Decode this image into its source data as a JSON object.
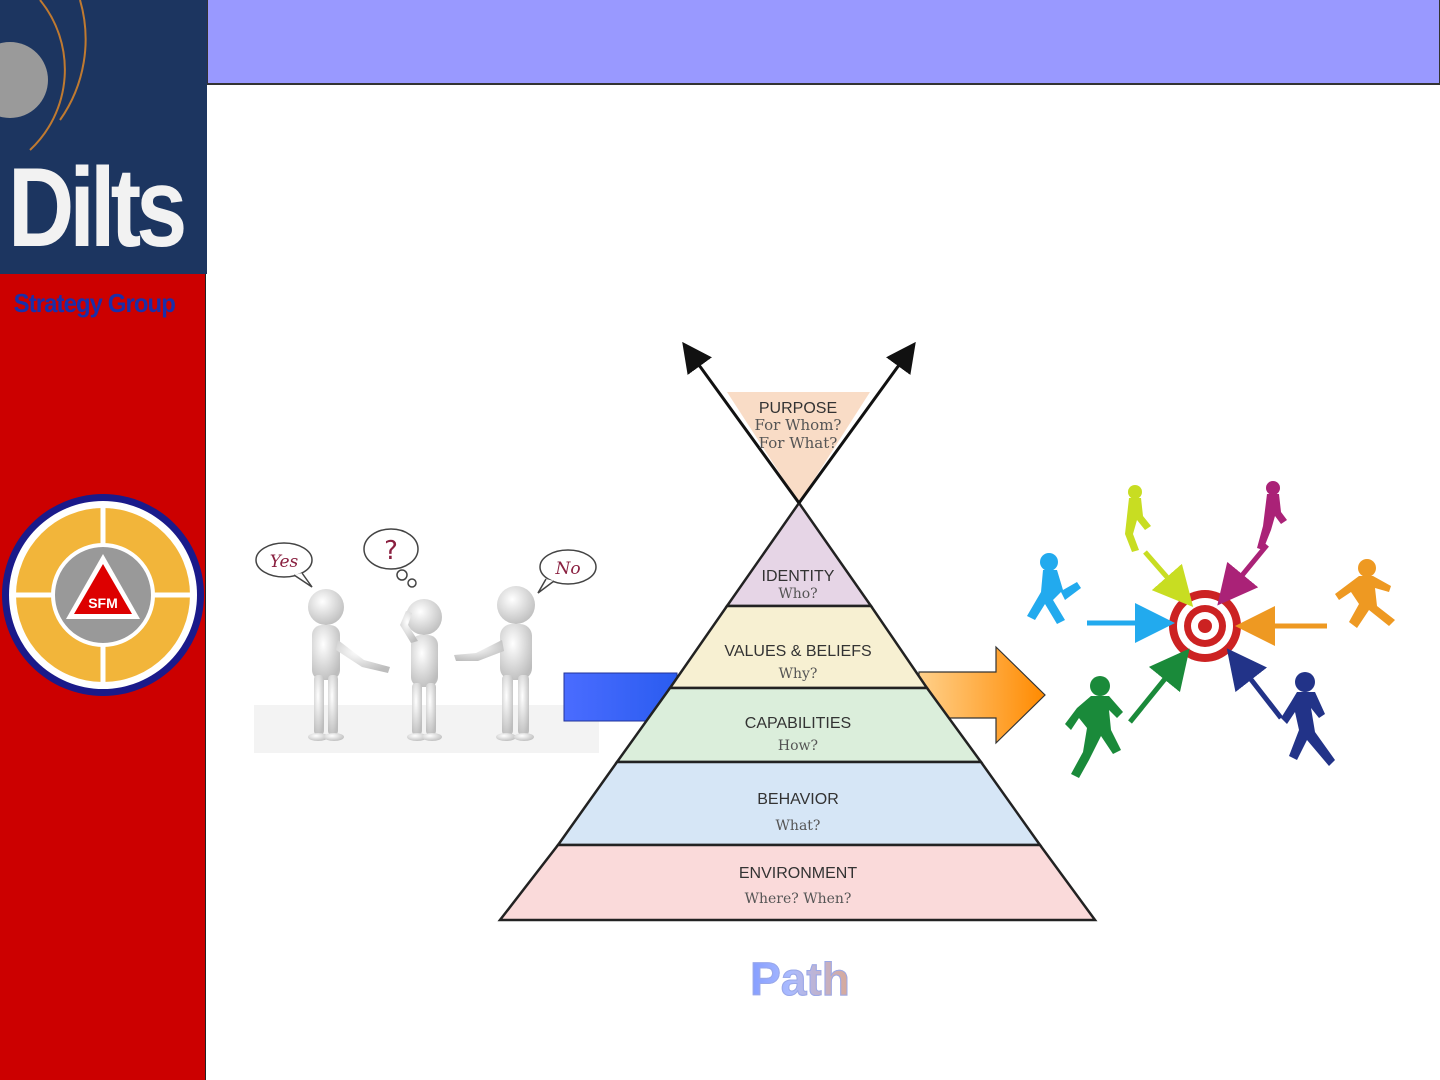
{
  "sidebar": {
    "logo_word": "Dilts",
    "tagline": "Strategy Group",
    "emblem_text": "SFM"
  },
  "illustration_left": {
    "bubbles": [
      "Yes",
      "?",
      "No"
    ]
  },
  "pyramid": {
    "purpose": {
      "title": "PURPOSE",
      "line1": "For Whom?",
      "line2": "For What?"
    },
    "levels": [
      {
        "title": "IDENTITY",
        "question": "Who?",
        "color": "#e6d5e6"
      },
      {
        "title": "VALUES & BELIEFS",
        "question": "Why?",
        "color": "#f7f0d2"
      },
      {
        "title": "CAPABILITIES",
        "question": "How?",
        "color": "#dbeedb"
      },
      {
        "title": "BEHAVIOR",
        "question": "What?",
        "color": "#d6e6f6"
      },
      {
        "title": "ENVIRONMENT",
        "question": "Where? When?",
        "color": "#fadada"
      }
    ],
    "purpose_color": "#f9dcc6"
  },
  "caption": "Path",
  "colors": {
    "sidebar": "#cc0000",
    "header": "#9999ff",
    "tagline": "#1a2faa",
    "logo_bg": "#1c3560"
  }
}
